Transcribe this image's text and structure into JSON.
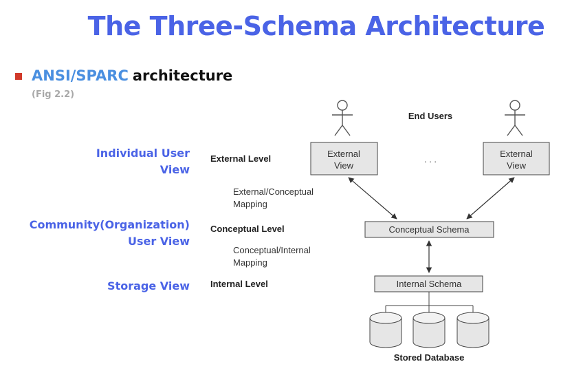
{
  "slide": {
    "title": "The Three-Schema Architecture",
    "bullet": {
      "highlight": "ANSI/SPARC",
      "text": "architecture",
      "fig_ref": "(Fig 2.2)"
    },
    "side_labels": {
      "individual_line1": "Individual User",
      "individual_line2": "View",
      "community_line1": "Community(Organization)",
      "community_line2": "User View",
      "storage": "Storage View"
    }
  },
  "diagram": {
    "end_users": "End Users",
    "external_level": "External Level",
    "conceptual_level": "Conceptual Level",
    "internal_level": "Internal Level",
    "ext_conc_mapping_line1": "External/Conceptual",
    "ext_conc_mapping_line2": "Mapping",
    "conc_int_mapping_line1": "Conceptual/Internal",
    "conc_int_mapping_line2": "Mapping",
    "external_view_left_line1": "External",
    "external_view_left_line2": "View",
    "external_view_right_line1": "External",
    "external_view_right_line2": "View",
    "ellipsis": ". . .",
    "conceptual_schema": "Conceptual Schema",
    "internal_schema": "Internal Schema",
    "stored_database": "Stored Database"
  },
  "colors": {
    "title": "#4a63e6",
    "highlight": "#4a8fe0",
    "bullet": "#d13a2a",
    "box_fill": "#e6e6e6",
    "line": "#333333"
  }
}
